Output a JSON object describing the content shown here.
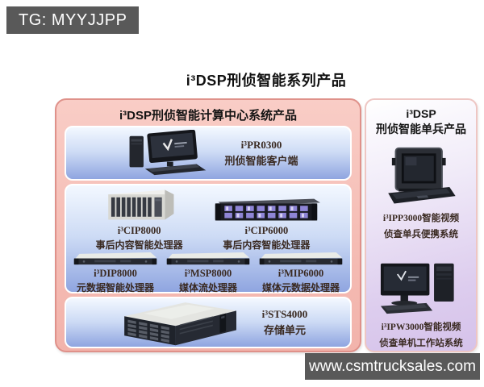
{
  "watermarks": {
    "top_left": "TG: MYYJJPP",
    "bottom_right": "www.csmtrucksales.com"
  },
  "page_title": "i³DSP刑侦智能系列产品",
  "left_panel": {
    "title": "i³DSP刑侦智能计算中心系统产品",
    "client": {
      "model": "i³PR0300",
      "name": "刑侦智能客户端",
      "image": "desktop-client"
    },
    "processors_row1": [
      {
        "model": "i³CIP8000",
        "name": "事后内容智能处理器",
        "image": "tower-server"
      },
      {
        "model": "i³CIP6000",
        "name": "事后内容智能处理器",
        "image": "rack-server-2u"
      }
    ],
    "processors_row2": [
      {
        "model": "i³DIP8000",
        "name": "元数据智能处理器",
        "image": "rack-server-1u"
      },
      {
        "model": "i³MSP8000",
        "name": "媒体流处理器",
        "image": "rack-server-1u"
      },
      {
        "model": "i³MIP6000",
        "name": "媒体元数据处理器",
        "image": "rack-server-1u"
      }
    ],
    "storage": {
      "model": "i³STS4000",
      "name": "存储单元",
      "image": "storage-array"
    }
  },
  "right_panel": {
    "title_line1": "i³DSP",
    "title_line2": "刑侦智能单兵产品",
    "products": [
      {
        "line1": "i³IPP3000智能视频",
        "line2": "侦查单兵便携系统",
        "image": "portable-terminal"
      },
      {
        "line1": "i³IPW3000智能视频",
        "line2": "侦查单机工作站系统",
        "image": "workstation"
      }
    ]
  },
  "colors": {
    "banner_bg": "#595959",
    "left_panel_bg": "#f5bdb5",
    "left_panel_border": "#df918a",
    "inner_box_blue": "#8fa5e0",
    "right_panel_lavender": "#d5c2ea"
  }
}
